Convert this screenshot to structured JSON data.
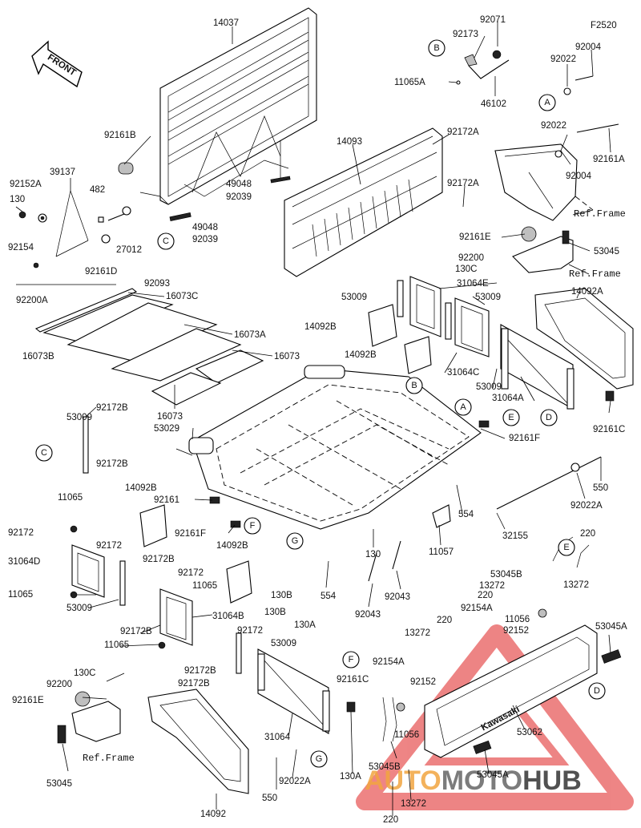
{
  "diagram": {
    "code": "F2520",
    "front_label": "FRONT",
    "ref_frame_label": "Ref.Frame",
    "decal_text": "Kawasaki",
    "watermark": {
      "part1": "AUTO",
      "part2": "MOTO",
      "part3": "HUB"
    },
    "callouts": [
      "A",
      "B",
      "C",
      "D",
      "E",
      "F",
      "G"
    ],
    "part_numbers": [
      "14037",
      "92161B",
      "39137",
      "92152A",
      "130",
      "482",
      "27012",
      "92154",
      "92161D",
      "92200A",
      "49048",
      "92039",
      "92093",
      "16073C",
      "16073A",
      "16073B",
      "16073",
      "14093",
      "92172A",
      "92071",
      "92173",
      "11065A",
      "46102",
      "92022",
      "92004",
      "92161A",
      "92161E",
      "53045",
      "92200",
      "130C",
      "31064E",
      "53009",
      "14092A",
      "14092B",
      "31064C",
      "31064A",
      "92161C",
      "92161F",
      "53029",
      "92172B",
      "92161",
      "554",
      "130",
      "11057",
      "92043",
      "32155",
      "92022A",
      "550",
      "220",
      "53045B",
      "13272",
      "92154A",
      "11056",
      "92152",
      "53045A",
      "53062",
      "14092",
      "31064",
      "130A",
      "130B",
      "31064B",
      "31064D",
      "11065",
      "92172",
      "14092B"
    ]
  }
}
